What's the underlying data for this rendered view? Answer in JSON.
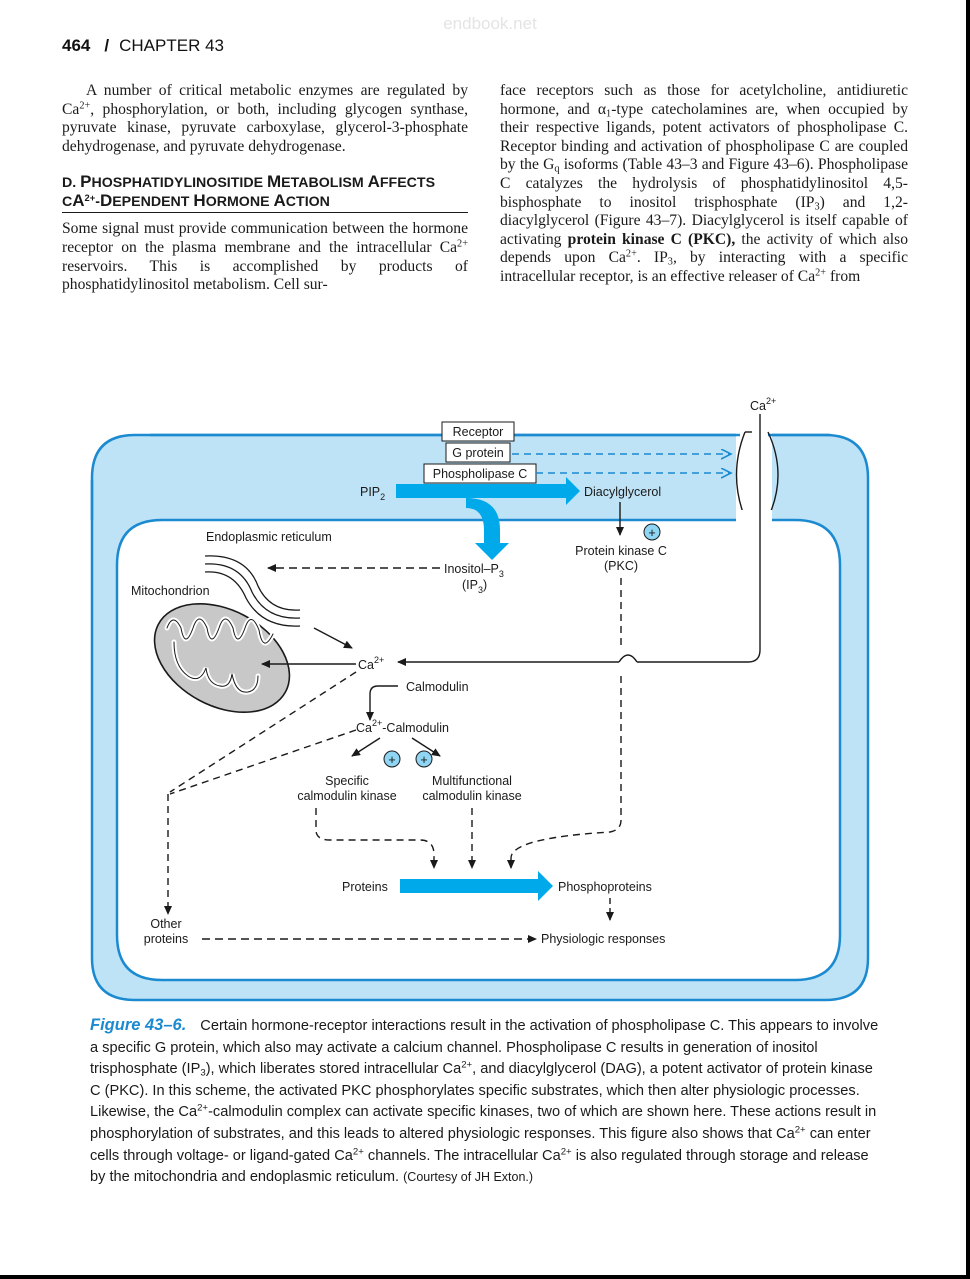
{
  "watermark": "endbook.net",
  "header": {
    "page_number": "464",
    "separator": "/",
    "chapter": "CHAPTER 43"
  },
  "left_column": {
    "paragraph1": "A number of critical metabolic enzymes are regulated by Ca2+, phosphorylation, or both, including glycogen synthase, pyruvate kinase, pyruvate carboxylase, glycerol-3-phosphate dehydrogenase, and pyruvate dehydrogenase.",
    "section_heading": "D. PHOSPHATIDYLINOSITIDE METABOLISM AFFECTS CA2+-DEPENDENT HORMONE ACTION",
    "paragraph2": "Some signal must provide communication between the hormone receptor on the plasma membrane and the intracellular Ca2+ reservoirs. This is accomplished by products of phosphatidylinositol metabolism. Cell sur-"
  },
  "right_column": {
    "paragraph": "face receptors such as those for acetylcholine, antidiuretic hormone, and α1-type catecholamines are, when occupied by their respective ligands, potent activators of phospholipase C. Receptor binding and activation of phospholipase C are coupled by the Gq isoforms (Table 43–3 and Figure 43–6). Phospholipase C catalyzes the hydrolysis of phosphatidylinositol 4,5-bisphosphate to inositol trisphosphate (IP3) and 1,2-diacylglycerol (Figure 43–7). Diacylglycerol is itself capable of activating protein kinase C (PKC), the activity of which also depends upon Ca2+. IP3, by interacting with a specific intracellular receptor, is an effective releaser of Ca2+ from"
  },
  "figure": {
    "labels": {
      "receptor": "Receptor",
      "g_protein": "G protein",
      "phospholipase_c": "Phospholipase C",
      "pip2": "PIP2",
      "diacylglycerol": "Diacylglycerol",
      "calcium_external": "Ca2+",
      "endoplasmic_reticulum": "Endoplasmic reticulum",
      "inositol_p3": "Inositol–P3",
      "ip3": "(IP3)",
      "protein_kinase_c": "Protein kinase C",
      "pkc": "(PKC)",
      "mitochondrion": "Mitochondrion",
      "calcium_internal": "Ca2+",
      "calmodulin": "Calmodulin",
      "ca_calmodulin": "Ca2+-Calmodulin",
      "specific_kinase_1": "Specific",
      "specific_kinase_2": "calmodulin kinase",
      "multi_kinase_1": "Multifunctional",
      "multi_kinase_2": "calmodulin kinase",
      "proteins": "Proteins",
      "phosphoproteins": "Phosphoproteins",
      "other_proteins_1": "Other",
      "other_proteins_2": "proteins",
      "physiologic_responses": "Physiologic responses",
      "plus": "+"
    },
    "colors": {
      "cell_fill": "#bfe3f6",
      "cell_border": "#1b8ad0",
      "arrow_blue": "#00a9ea",
      "mito_fill": "#c8c8c8"
    }
  },
  "caption": {
    "label": "Figure 43–6.",
    "text": "Certain hormone-receptor interactions result in the activation of phospholipase C. This appears to involve a specific G protein, which also may activate a calcium channel. Phospholipase C results in generation of inositol trisphosphate (IP3), which liberates stored intracellular Ca2+, and diacylglycerol (DAG), a potent activator of protein kinase C (PKC). In this scheme, the activated PKC phosphorylates specific substrates, which then alter physiologic processes. Likewise, the Ca2+-calmodulin complex can activate specific kinases, two of which are shown here. These actions result in phosphorylation of substrates, and this leads to altered physiologic responses. This figure also shows that Ca2+ can enter cells through voltage- or ligand-gated Ca2+ channels. The intracellular Ca2+ is also regulated through storage and release by the mitochondria and endoplasmic reticulum.",
    "credit": "(Courtesy of JH Exton.)"
  }
}
